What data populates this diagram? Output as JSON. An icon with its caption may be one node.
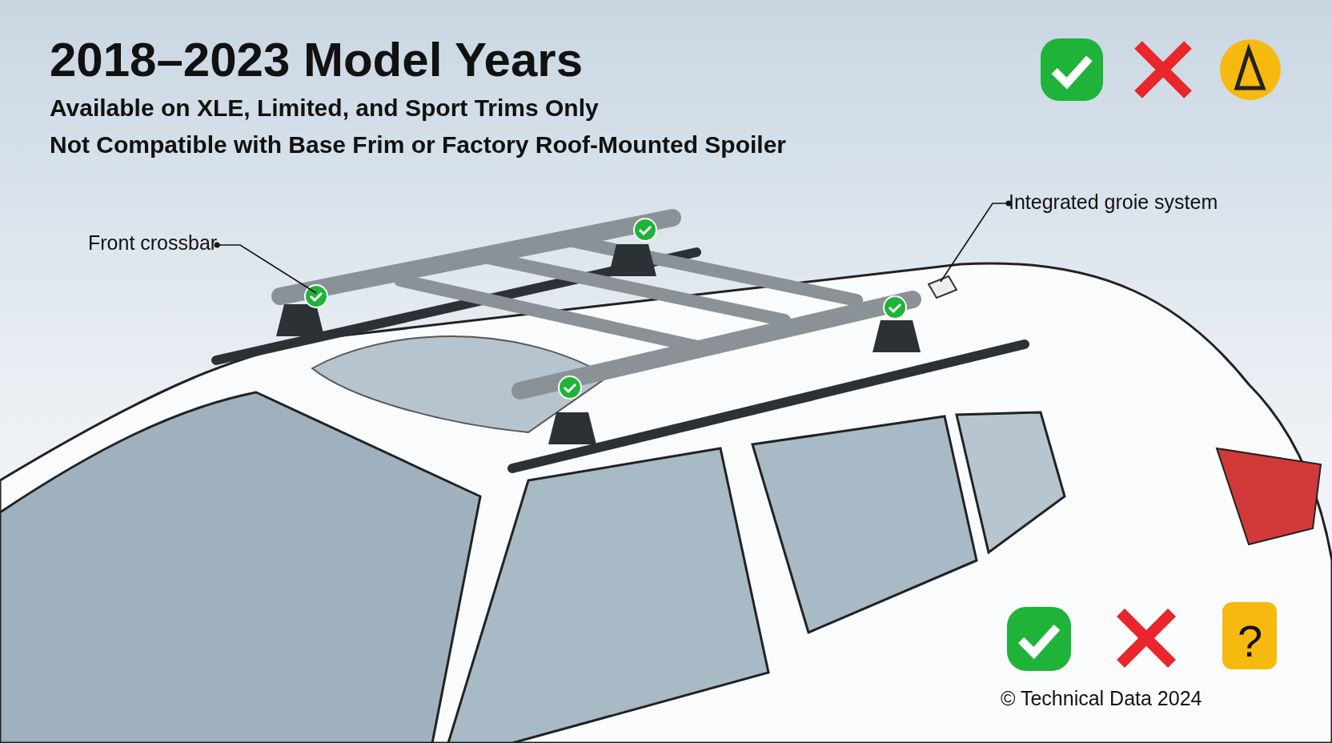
{
  "diagram": {
    "title": "2018–2023 Model Years",
    "nodes": [
      {
        "text": [
          "Front crossbar"
        ]
      },
      {
        "text": [],
        "shape": "bar"
      },
      {
        "text": [
          "Integrated groie system"
        ]
      },
      {
        "text": [],
        "shape": "picture"
      }
    ],
    "edges": [
      {
        "from": 0,
        "to": 1,
        "arrow": "other"
      },
      {
        "from": 2,
        "to": 3,
        "arrow": "other"
      }
    ],
    "labels": [
      "Available on XLE, Limited, and Sport Trims Only",
      "Not Compatible with Base Frim or Factory Roof-Mounted Spoiler",
      "?",
      "© Technical Data 2024"
    ]
  }
}
